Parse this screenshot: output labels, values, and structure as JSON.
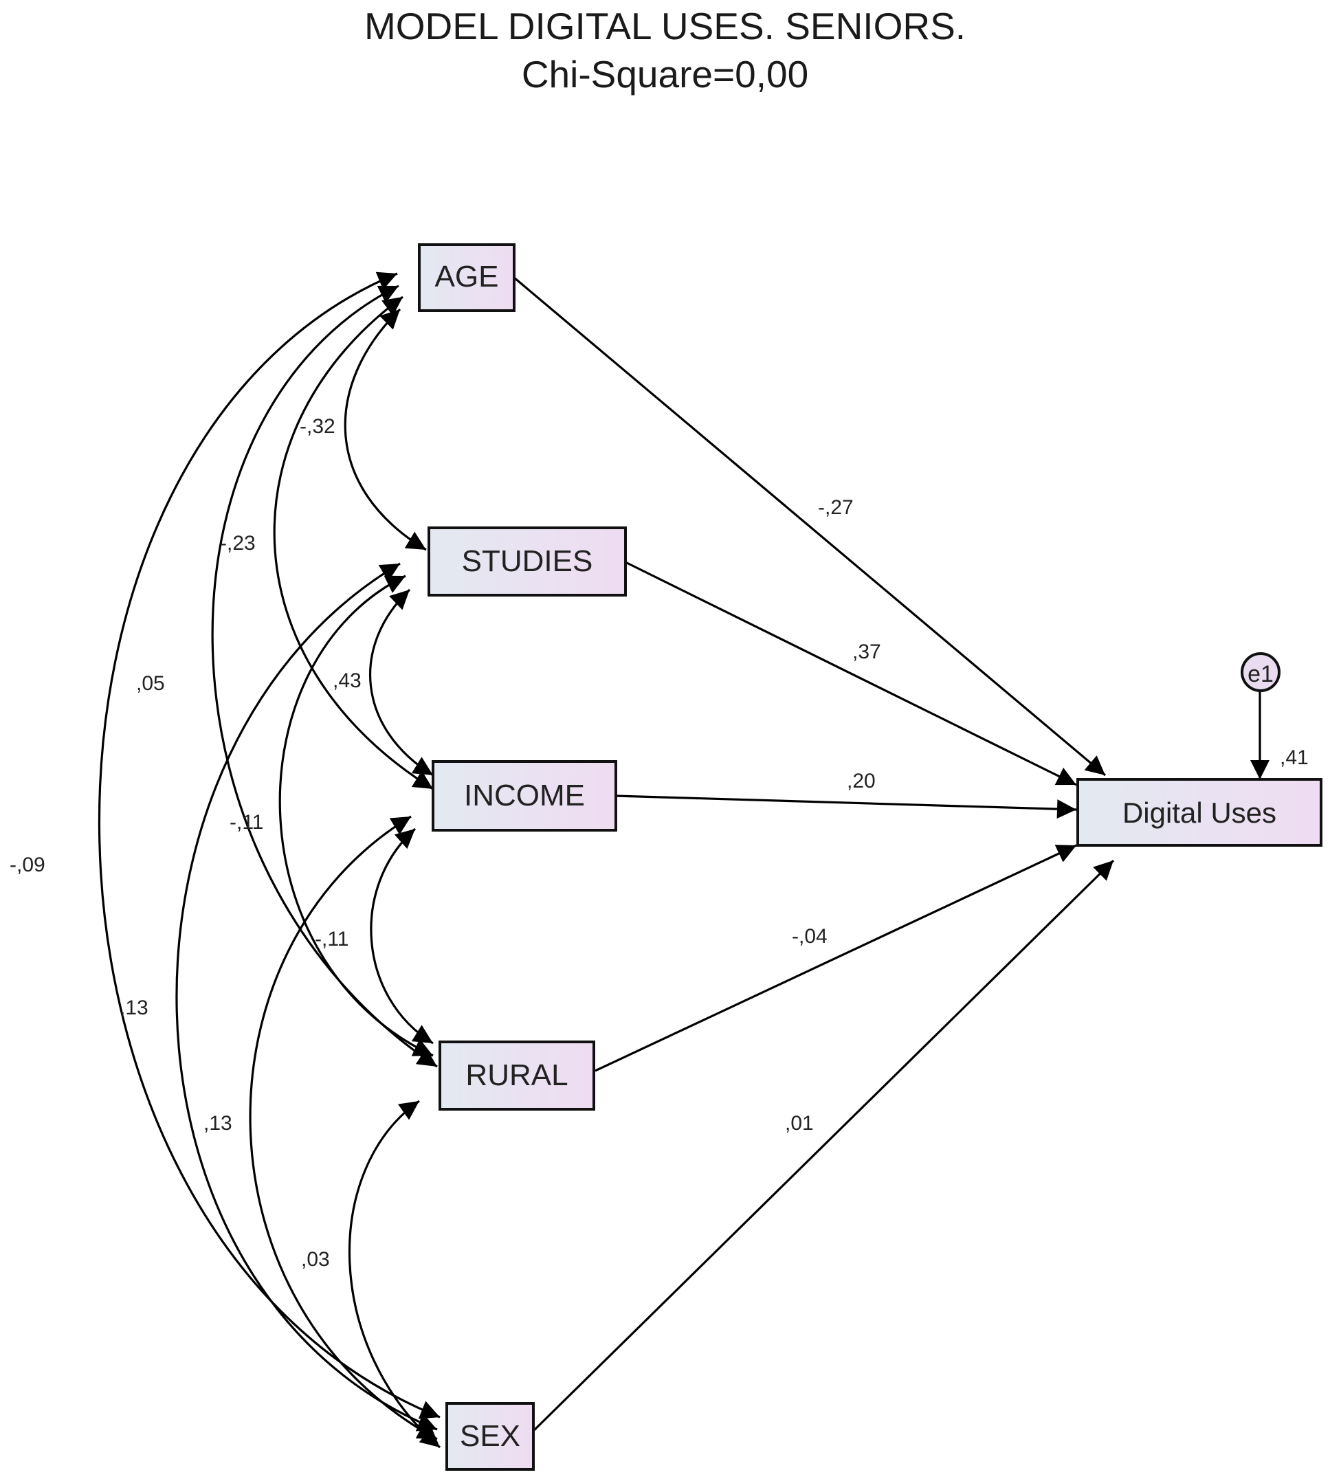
{
  "title": "MODEL DIGITAL USES. SENIORS.",
  "subtitle": "Chi-Square=0,00",
  "colors": {
    "box_fill_start": "#e3e9f1",
    "box_fill_end": "#efdcf2",
    "stroke": "#000000"
  },
  "nodes": {
    "age": "AGE",
    "studies": "STUDIES",
    "income": "INCOME",
    "rural": "RURAL",
    "sex": "SEX",
    "digital": "Digital Uses",
    "error": "e1"
  },
  "paths": {
    "age": ",27",
    "studies": ",37",
    "income": ",20",
    "rural": "-,04",
    "sex": ",01",
    "age_prefix": "-",
    "r2": ",41"
  },
  "covariances": {
    "age_studies": "-,32",
    "age_income": "-,23",
    "age_rural": ",05",
    "age_sex": "-,09",
    "studies_income": ",43",
    "studies_rural": "-,11",
    "studies_sex": ",13",
    "income_rural": "-,11",
    "income_sex": ",13",
    "rural_sex": ",03"
  }
}
